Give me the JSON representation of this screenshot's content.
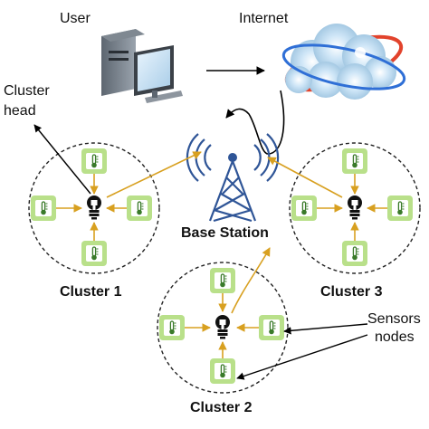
{
  "labels": {
    "user": "User",
    "internet": "Internet",
    "cluster_head": [
      "Cluster",
      "head"
    ],
    "base_station": "Base Station",
    "cluster_1": "Cluster 1",
    "cluster_2": "Cluster 2",
    "cluster_3": "Cluster 3",
    "sensor_nodes": [
      "Sensors",
      "nodes"
    ]
  },
  "icons": {
    "user": "desktop-computer-icon",
    "internet": "cloud-globe-icon",
    "base_station": "radio-tower-icon",
    "cluster_head": "light-bulb-icon",
    "sensor_node": "thermometer-icon"
  },
  "colors": {
    "data_arrow": "#d8a020",
    "annotation_arrow": "#000000",
    "sensor_fill": "#b9e08a",
    "cluster_head": "#111111",
    "tower": "#2f5597"
  }
}
